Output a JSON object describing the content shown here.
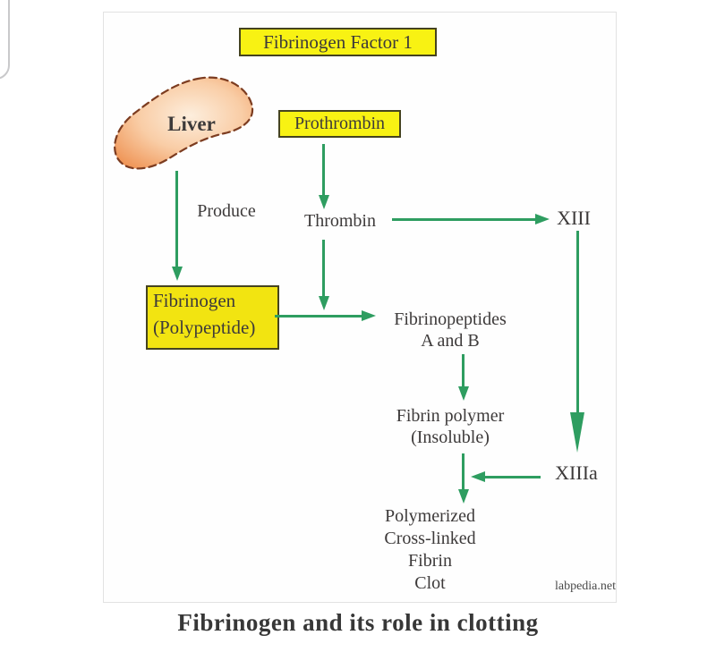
{
  "page": {
    "caption": "Fibrinogen and its role in clotting",
    "watermark": "labpedia.net"
  },
  "diagram": {
    "title": "Fibrinogen Factor 1",
    "nodes": {
      "liver": "Liver",
      "prothrombin": "Prothrombin",
      "produce_label": "Produce",
      "thrombin": "Thrombin",
      "factor_xiii": "XIII",
      "factor_xiiia": "XIIIa",
      "fibrinogen_line1": "Fibrinogen",
      "fibrinogen_line2": "(Polypeptide)",
      "fibrinopeptides_line1": "Fibrinopeptides",
      "fibrinopeptides_line2": "A and B",
      "fibrin_polymer_line1": "Fibrin polymer",
      "fibrin_polymer_line2": "(Insoluble)",
      "clot_line1": "Polymerized",
      "clot_line2": "Cross-linked",
      "clot_line3": "Fibrin",
      "clot_line4": "Clot"
    },
    "colors": {
      "arrow_green": "#2e9d60",
      "box_yellow": "#f8f213",
      "fibrinogen_yellow": "#f2e411",
      "liver_orange": "#ee8f4e",
      "text": "#3d3a3a"
    }
  }
}
